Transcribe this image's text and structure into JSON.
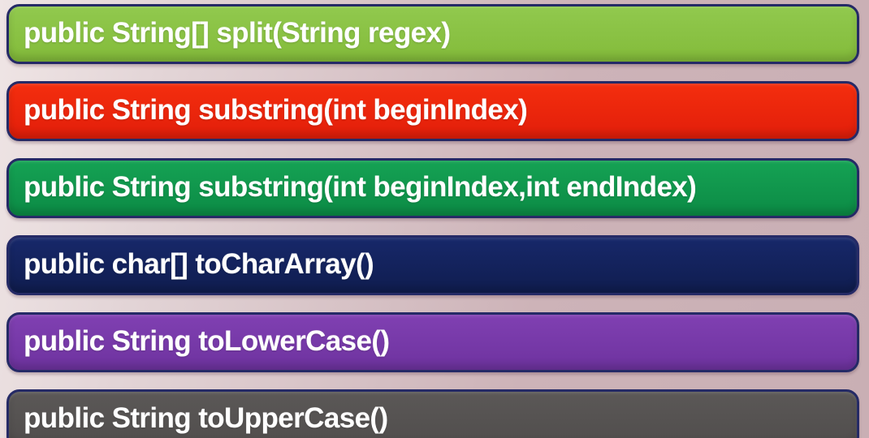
{
  "slide": {
    "background": {
      "gradient_left": "#EFE5E5",
      "gradient_right": "#C9AFB4"
    },
    "bar_border_color": "#252A66",
    "text_color": "#FFFFFF",
    "items": [
      {
        "id": "split",
        "label": "public String[] split(String regex)",
        "fill_top": "#91C94E",
        "fill_bottom": "#83BB3A"
      },
      {
        "id": "substring-beginindex",
        "label": "public String substring(int beginIndex)",
        "fill_top": "#F42E0E",
        "fill_bottom": "#E21E0A"
      },
      {
        "id": "substring-beginindex-endindex",
        "label": "public String substring(int beginIndex,int endIndex)",
        "fill_top": "#15A254",
        "fill_bottom": "#0C8B45"
      },
      {
        "id": "tochararray",
        "label": "public char[] toCharArray()",
        "fill_top": "#17286A",
        "fill_bottom": "#101D4F"
      },
      {
        "id": "tolowercase",
        "label": "public String toLowerCase()",
        "fill_top": "#8040B2",
        "fill_bottom": "#6E339F"
      },
      {
        "id": "touppercase",
        "label": "public String toUpperCase()",
        "fill_top": "#5B5857",
        "fill_bottom": "#504D4C"
      }
    ]
  }
}
